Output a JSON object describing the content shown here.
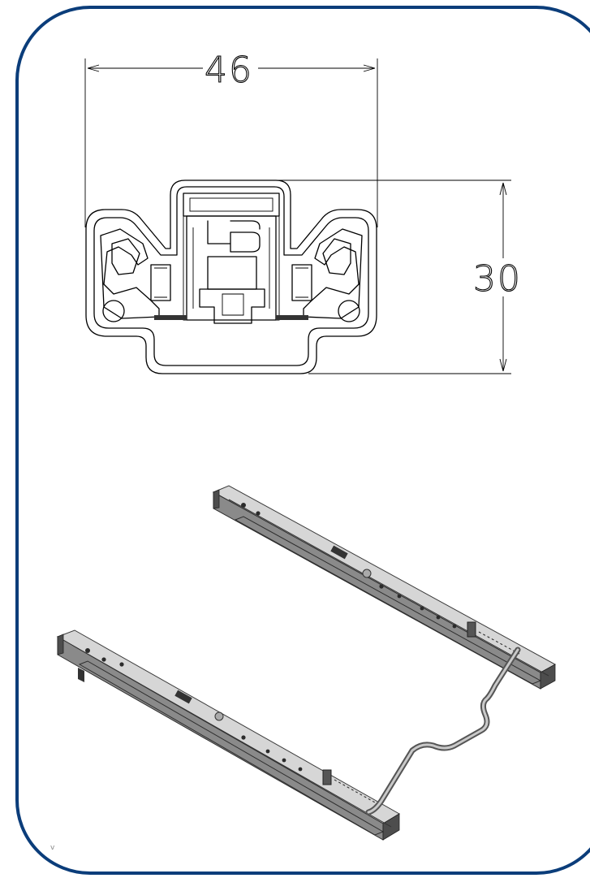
{
  "dimensions": {
    "width_label": "46",
    "height_label": "30"
  },
  "colors": {
    "frame_border": "#0b3d7a",
    "background": "#ffffff"
  },
  "corner_mark": "v"
}
